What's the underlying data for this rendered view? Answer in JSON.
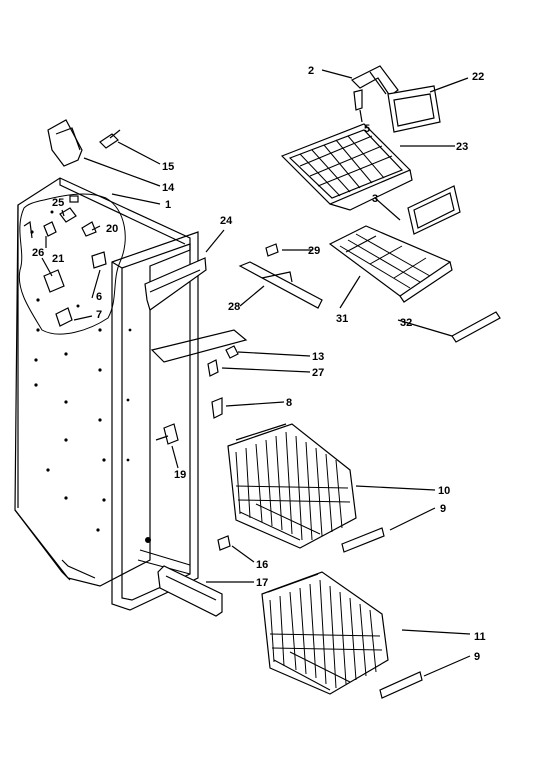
{
  "callouts": {
    "c2": "2",
    "c22": "22",
    "c5": "5",
    "c23": "23",
    "c15": "15",
    "c14": "14",
    "c1": "1",
    "c25": "25",
    "c20": "20",
    "c26": "26",
    "c21": "21",
    "c6": "6",
    "c7": "7",
    "c24": "24",
    "c3": "3",
    "c29": "29",
    "c28": "28",
    "c31": "31",
    "c32": "32",
    "c13": "13",
    "c27": "27",
    "c8": "8",
    "c19": "19",
    "c10": "10",
    "c9a": "9",
    "c16": "16",
    "c17": "17",
    "c11": "11",
    "c9b": "9"
  }
}
